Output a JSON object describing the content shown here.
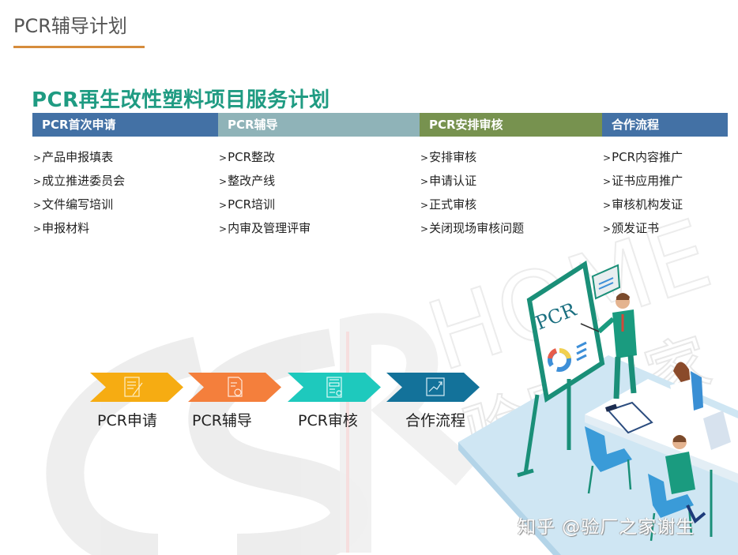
{
  "page": {
    "title": "PCR辅导计划",
    "heading": "PCR再生改性塑料项目服务计划"
  },
  "columns": [
    {
      "header": "PCR首次申请",
      "color": "#4371a5",
      "items": [
        "产品申报填表",
        "成立推进委员会",
        "文件编写培训",
        "申报材料"
      ]
    },
    {
      "header": "PCR辅导",
      "color": "#8fb3b8",
      "items": [
        "PCR整改",
        "整改产线",
        "PCR培训",
        "内审及管理评审"
      ]
    },
    {
      "header": "PCR安排审核",
      "color": "#77924f",
      "items": [
        "安排审核",
        "申请认证",
        "正式审核",
        "关闭现场审核问题"
      ]
    },
    {
      "header": "合作流程",
      "color": "#4371a5",
      "items": [
        "PCR内容推广",
        "证书应用推广",
        "审核机构发证",
        "颁发证书"
      ]
    }
  ],
  "bullet_glyph": ">",
  "process_steps": [
    {
      "label": "PCR申请",
      "color": "#f6ac12",
      "icon": "document-edit-icon"
    },
    {
      "label": "PCR辅导",
      "color": "#f47f3c",
      "icon": "certificate-document-icon"
    },
    {
      "label": "PCR审核",
      "color": "#1ec9bd",
      "icon": "audit-checklist-icon"
    },
    {
      "label": "合作流程",
      "color": "#13729a",
      "icon": "growth-chart-icon"
    }
  ],
  "illustration": {
    "board_text": "PCR"
  },
  "watermark": {
    "letters": "CSR",
    "side_text": "HOME",
    "chinese_text": "验厂之家"
  },
  "credit": "知乎 @验厂之家谢生",
  "colors": {
    "heading": "#1f9b82",
    "title_underline": "#d68c3c"
  }
}
